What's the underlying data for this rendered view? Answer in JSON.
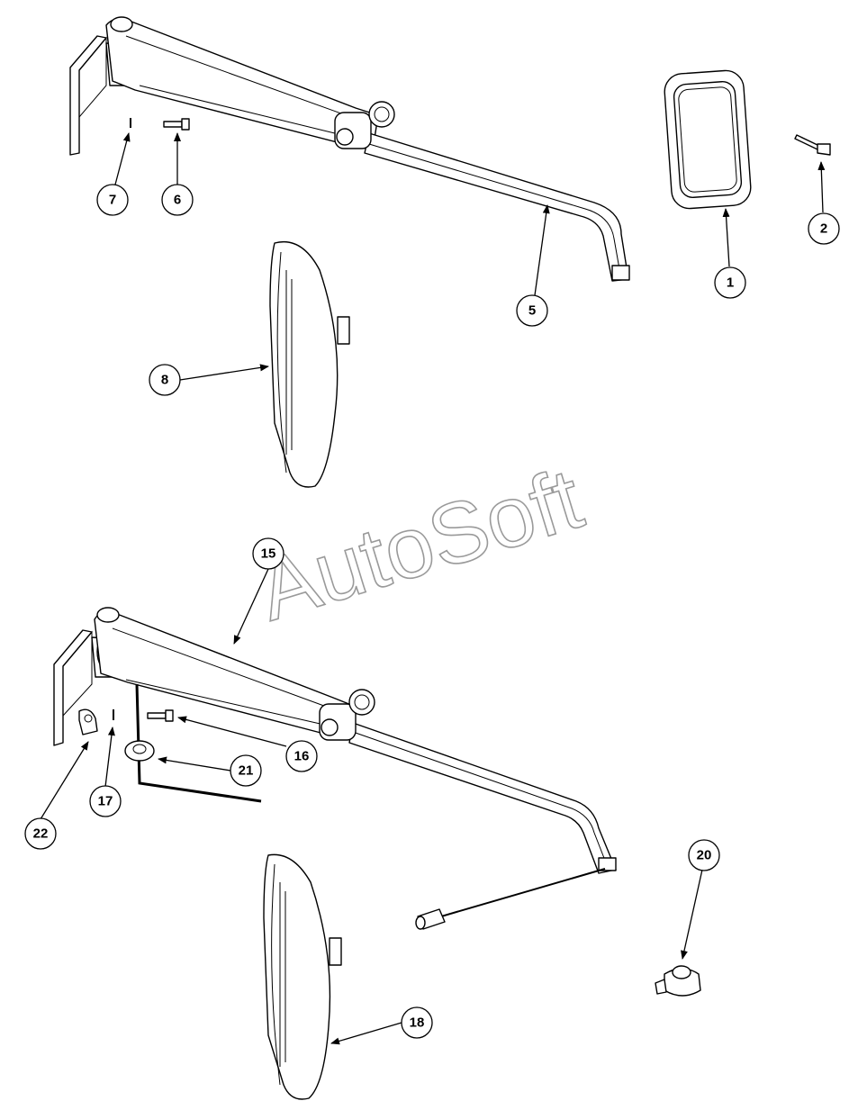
{
  "watermark": "AutoSoft",
  "callouts": {
    "c1": "1",
    "c2": "2",
    "c5": "5",
    "c6": "6",
    "c7": "7",
    "c8": "8",
    "c15": "15",
    "c16": "16",
    "c17": "17",
    "c18": "18",
    "c20": "20",
    "c21": "21",
    "c22": "22"
  }
}
